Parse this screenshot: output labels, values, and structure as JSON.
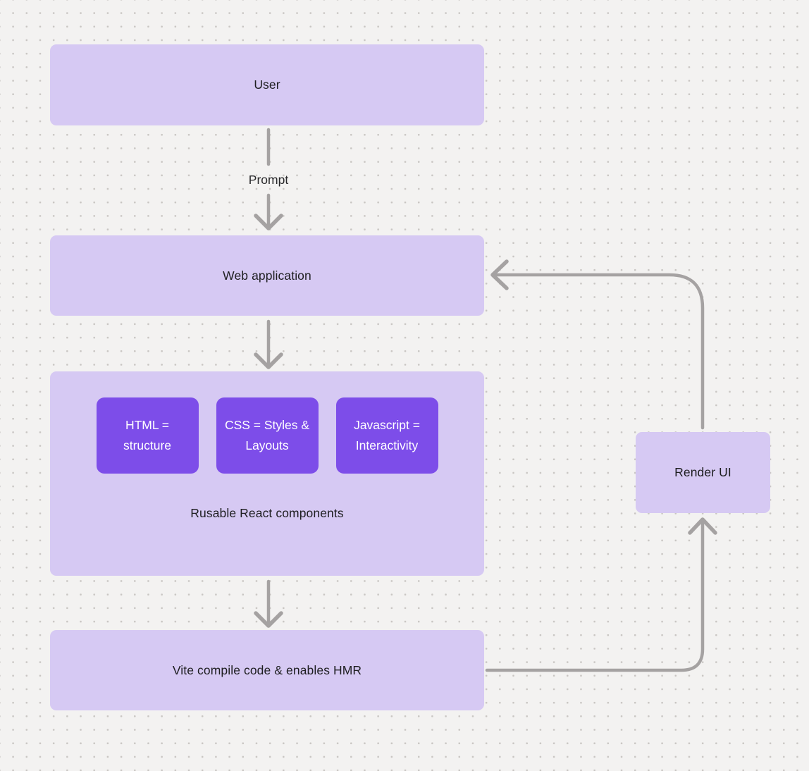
{
  "diagram": {
    "nodes": {
      "user": {
        "label": "User"
      },
      "web_application": {
        "label": "Web application"
      },
      "components_group": {
        "chips": [
          {
            "label": "HTML = structure"
          },
          {
            "label": "CSS = Styles & Layouts"
          },
          {
            "label": "Javascript = Interactivity"
          }
        ],
        "caption": "Rusable React components"
      },
      "vite": {
        "label": "Vite compile code & enables HMR"
      },
      "render_ui": {
        "label": "Render UI"
      }
    },
    "edges": {
      "prompt_label": "Prompt"
    },
    "colors": {
      "node_fill": "#d6c9f3",
      "chip_fill": "#7d4de9",
      "chip_text": "#ffffff",
      "connector": "#a5a2a2",
      "text": "#1e1e20",
      "background": "#f3f2f1",
      "grid_dot": "#c9c6c3"
    }
  }
}
